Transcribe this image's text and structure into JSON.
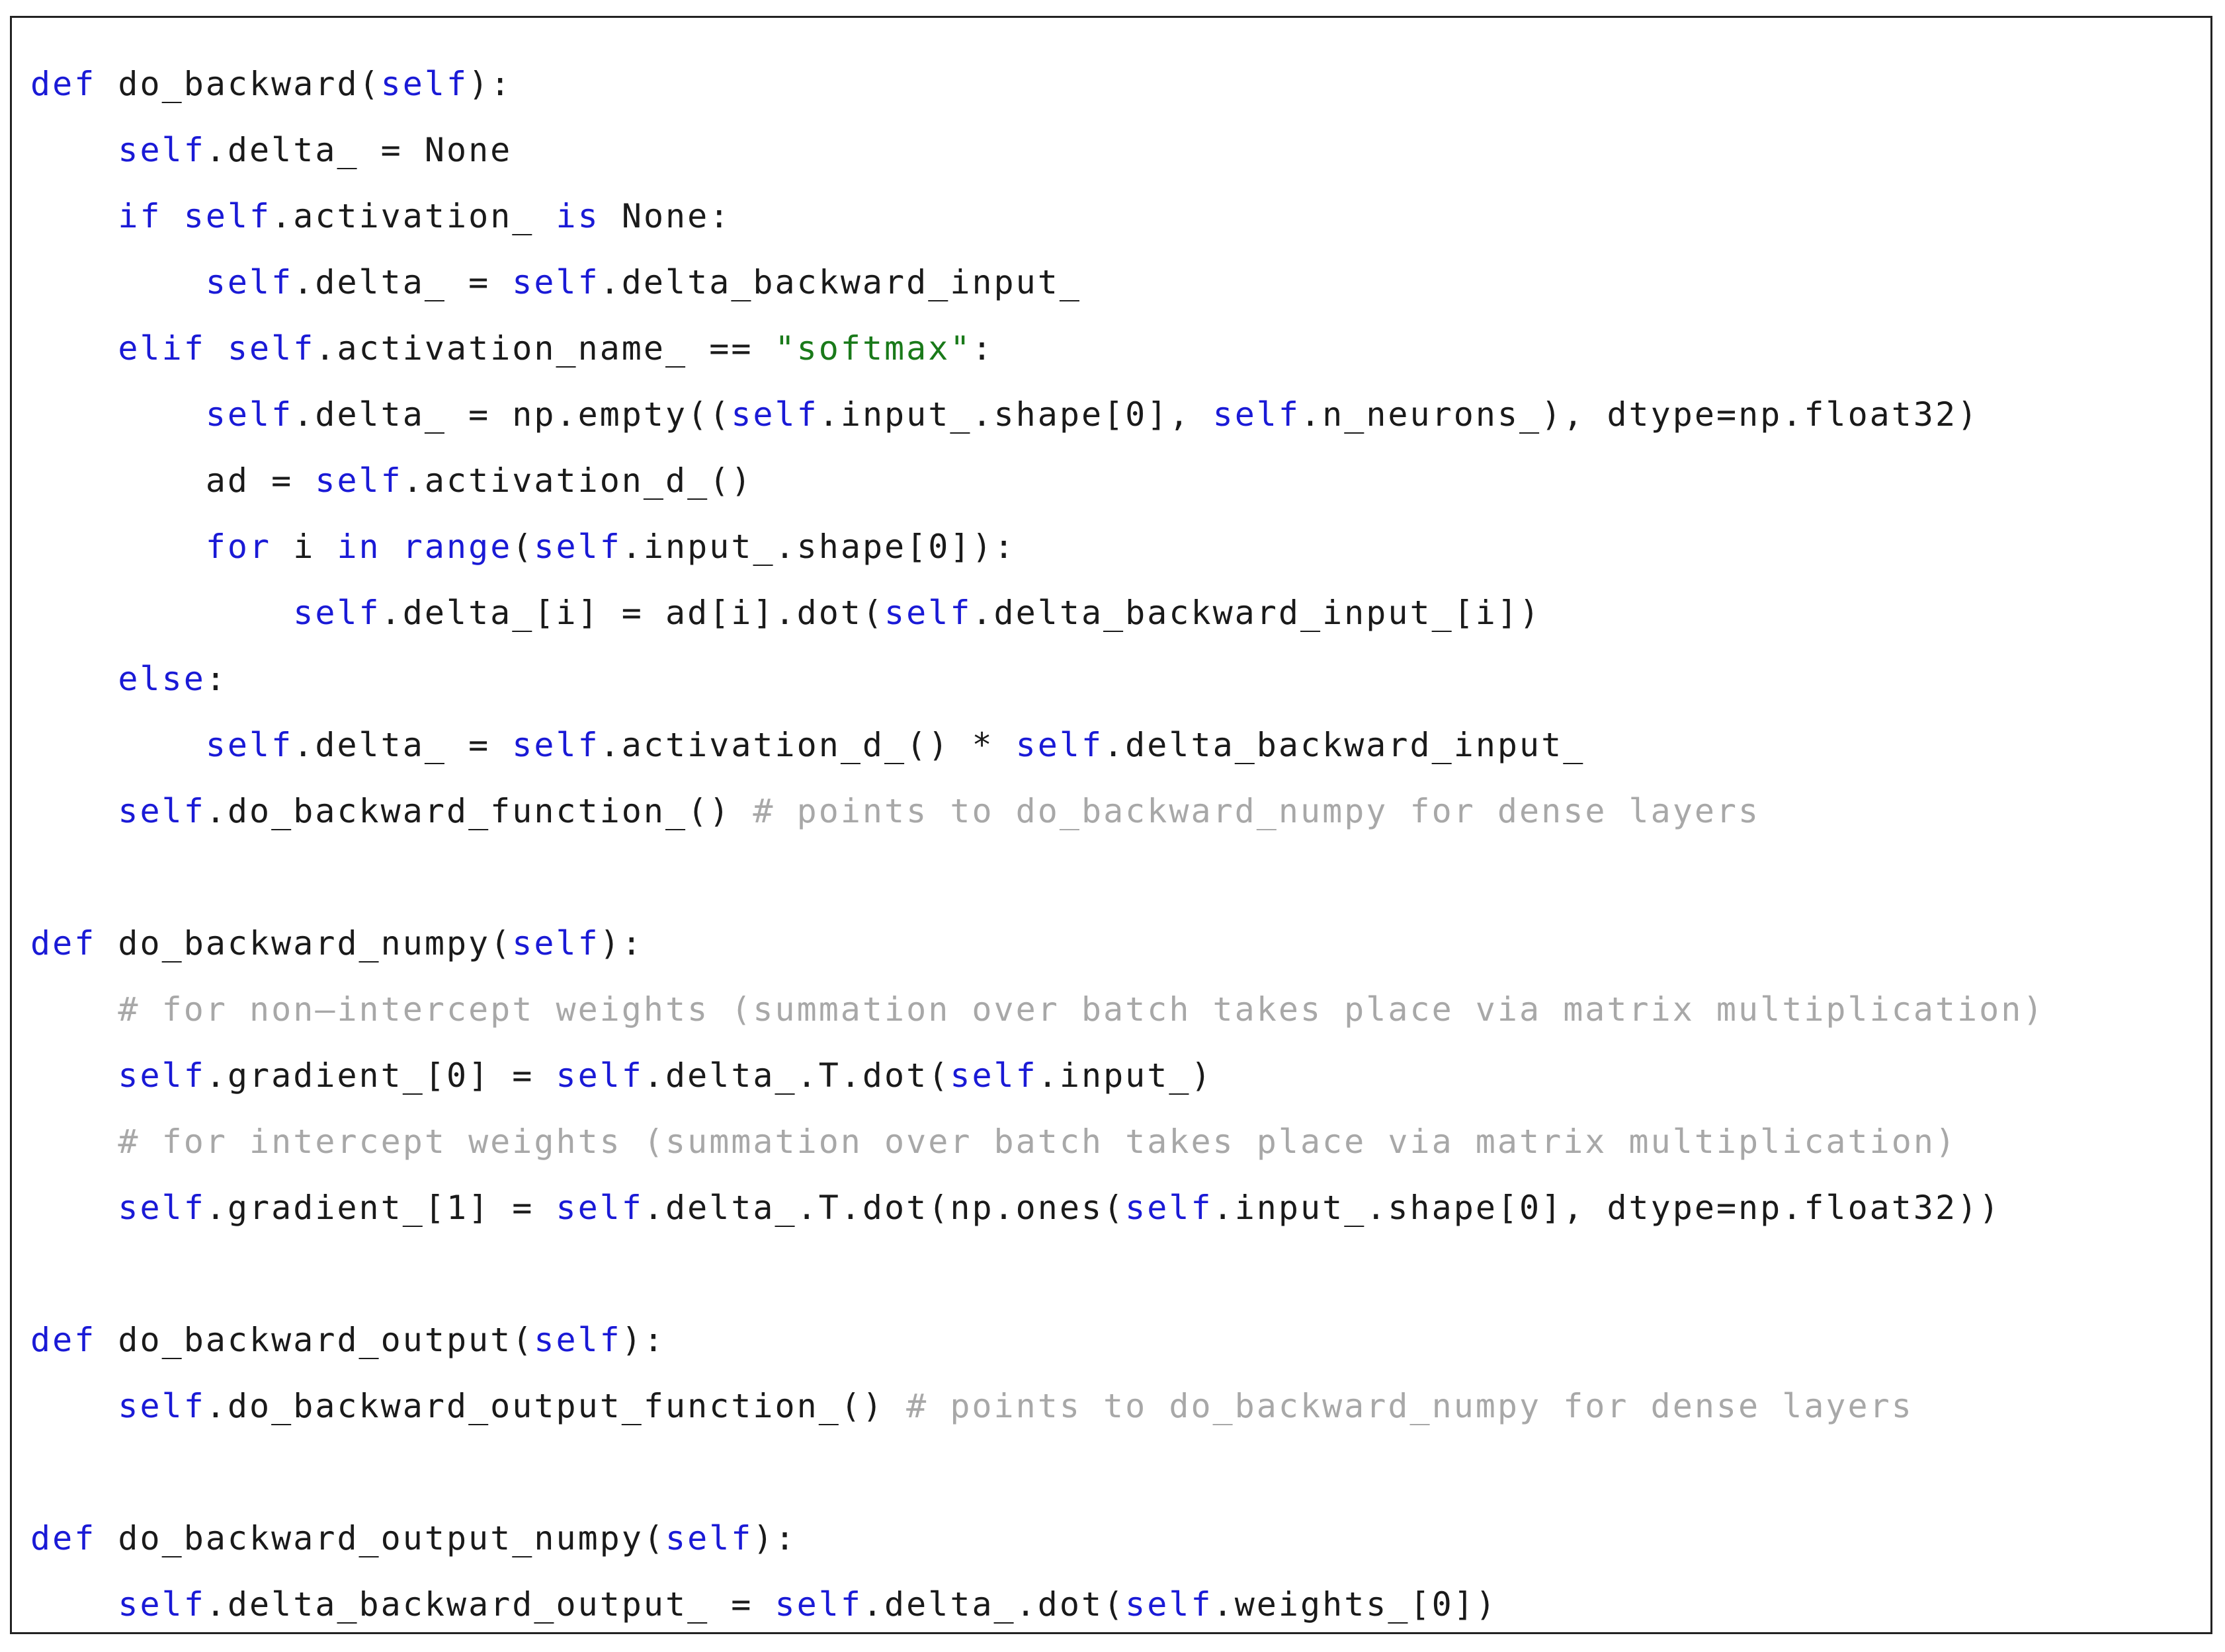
{
  "code": {
    "colors": {
      "keyword": "#1a1ad6",
      "string": "#1a7a1a",
      "comment": "#a8a8a8",
      "text": "#1a1a1a",
      "border": "#222222"
    },
    "lines": [
      [
        [
          "kw",
          "def"
        ],
        [
          "tx",
          " do_backward("
        ],
        [
          "kw",
          "self"
        ],
        [
          "tx",
          "):"
        ]
      ],
      [
        [
          "tx",
          "    "
        ],
        [
          "kw",
          "self"
        ],
        [
          "tx",
          ".delta_ = None"
        ]
      ],
      [
        [
          "tx",
          "    "
        ],
        [
          "kw",
          "if"
        ],
        [
          "tx",
          " "
        ],
        [
          "kw",
          "self"
        ],
        [
          "tx",
          ".activation_ "
        ],
        [
          "kw",
          "is"
        ],
        [
          "tx",
          " None:"
        ]
      ],
      [
        [
          "tx",
          "        "
        ],
        [
          "kw",
          "self"
        ],
        [
          "tx",
          ".delta_ = "
        ],
        [
          "kw",
          "self"
        ],
        [
          "tx",
          ".delta_backward_input_"
        ]
      ],
      [
        [
          "tx",
          "    "
        ],
        [
          "kw",
          "elif"
        ],
        [
          "tx",
          " "
        ],
        [
          "kw",
          "self"
        ],
        [
          "tx",
          ".activation_name_ == "
        ],
        [
          "str",
          "\"softmax\""
        ],
        [
          "tx",
          ":"
        ]
      ],
      [
        [
          "tx",
          "        "
        ],
        [
          "kw",
          "self"
        ],
        [
          "tx",
          ".delta_ = np.empty(("
        ],
        [
          "kw",
          "self"
        ],
        [
          "tx",
          ".input_.shape[0], "
        ],
        [
          "kw",
          "self"
        ],
        [
          "tx",
          ".n_neurons_), dtype=np.float32)"
        ]
      ],
      [
        [
          "tx",
          "        ad = "
        ],
        [
          "kw",
          "self"
        ],
        [
          "tx",
          ".activation_d_()"
        ]
      ],
      [
        [
          "tx",
          "        "
        ],
        [
          "kw",
          "for"
        ],
        [
          "tx",
          " i "
        ],
        [
          "kw",
          "in"
        ],
        [
          "tx",
          " "
        ],
        [
          "kw",
          "range"
        ],
        [
          "tx",
          "("
        ],
        [
          "kw",
          "self"
        ],
        [
          "tx",
          ".input_.shape[0]):"
        ]
      ],
      [
        [
          "tx",
          "            "
        ],
        [
          "kw",
          "self"
        ],
        [
          "tx",
          ".delta_[i] = ad[i].dot("
        ],
        [
          "kw",
          "self"
        ],
        [
          "tx",
          ".delta_backward_input_[i])"
        ]
      ],
      [
        [
          "tx",
          "    "
        ],
        [
          "kw",
          "else"
        ],
        [
          "tx",
          ":"
        ]
      ],
      [
        [
          "tx",
          "        "
        ],
        [
          "kw",
          "self"
        ],
        [
          "tx",
          ".delta_ = "
        ],
        [
          "kw",
          "self"
        ],
        [
          "tx",
          ".activation_d_() * "
        ],
        [
          "kw",
          "self"
        ],
        [
          "tx",
          ".delta_backward_input_"
        ]
      ],
      [
        [
          "tx",
          "    "
        ],
        [
          "kw",
          "self"
        ],
        [
          "tx",
          ".do_backward_function_() "
        ],
        [
          "cm",
          "# points to do_backward_numpy for dense layers"
        ]
      ],
      [],
      [
        [
          "kw",
          "def"
        ],
        [
          "tx",
          " do_backward_numpy("
        ],
        [
          "kw",
          "self"
        ],
        [
          "tx",
          "):"
        ]
      ],
      [
        [
          "tx",
          "    "
        ],
        [
          "cm",
          "# for non—intercept weights (summation over batch takes place via matrix multiplication)"
        ]
      ],
      [
        [
          "tx",
          "    "
        ],
        [
          "kw",
          "self"
        ],
        [
          "tx",
          ".gradient_[0] = "
        ],
        [
          "kw",
          "self"
        ],
        [
          "tx",
          ".delta_.T.dot("
        ],
        [
          "kw",
          "self"
        ],
        [
          "tx",
          ".input_)"
        ]
      ],
      [
        [
          "tx",
          "    "
        ],
        [
          "cm",
          "# for intercept weights (summation over batch takes place via matrix multiplication)"
        ]
      ],
      [
        [
          "tx",
          "    "
        ],
        [
          "kw",
          "self"
        ],
        [
          "tx",
          ".gradient_[1] = "
        ],
        [
          "kw",
          "self"
        ],
        [
          "tx",
          ".delta_.T.dot(np.ones("
        ],
        [
          "kw",
          "self"
        ],
        [
          "tx",
          ".input_.shape[0], dtype=np.float32))"
        ]
      ],
      [],
      [
        [
          "kw",
          "def"
        ],
        [
          "tx",
          " do_backward_output("
        ],
        [
          "kw",
          "self"
        ],
        [
          "tx",
          "):"
        ]
      ],
      [
        [
          "tx",
          "    "
        ],
        [
          "kw",
          "self"
        ],
        [
          "tx",
          ".do_backward_output_function_() "
        ],
        [
          "cm",
          "# points to do_backward_numpy for dense layers"
        ]
      ],
      [],
      [
        [
          "kw",
          "def"
        ],
        [
          "tx",
          " do_backward_output_numpy("
        ],
        [
          "kw",
          "self"
        ],
        [
          "tx",
          "):"
        ]
      ],
      [
        [
          "tx",
          "    "
        ],
        [
          "kw",
          "self"
        ],
        [
          "tx",
          ".delta_backward_output_ = "
        ],
        [
          "kw",
          "self"
        ],
        [
          "tx",
          ".delta_.dot("
        ],
        [
          "kw",
          "self"
        ],
        [
          "tx",
          ".weights_[0])"
        ]
      ]
    ]
  }
}
